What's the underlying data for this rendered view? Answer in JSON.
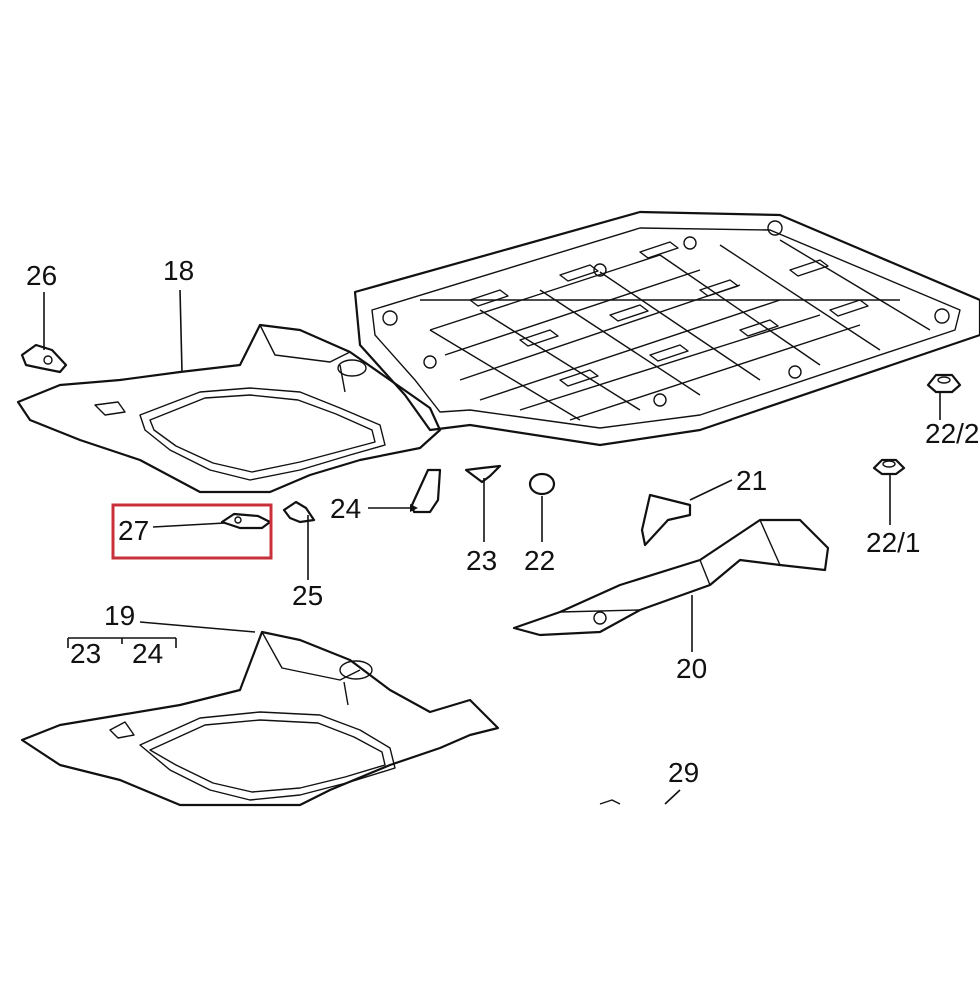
{
  "diagram": {
    "highlight_color": "#c8303a",
    "line_color": "#111111",
    "labels": {
      "l26": "26",
      "l18": "18",
      "l27": "27",
      "l24": "24",
      "l23": "23",
      "l22": "22",
      "l25": "25",
      "l21": "21",
      "l22_1": "22/1",
      "l22_2": "22/2",
      "l19": "19",
      "l19_23": "23",
      "l19_24": "24",
      "l20": "20",
      "l29": "29"
    }
  }
}
